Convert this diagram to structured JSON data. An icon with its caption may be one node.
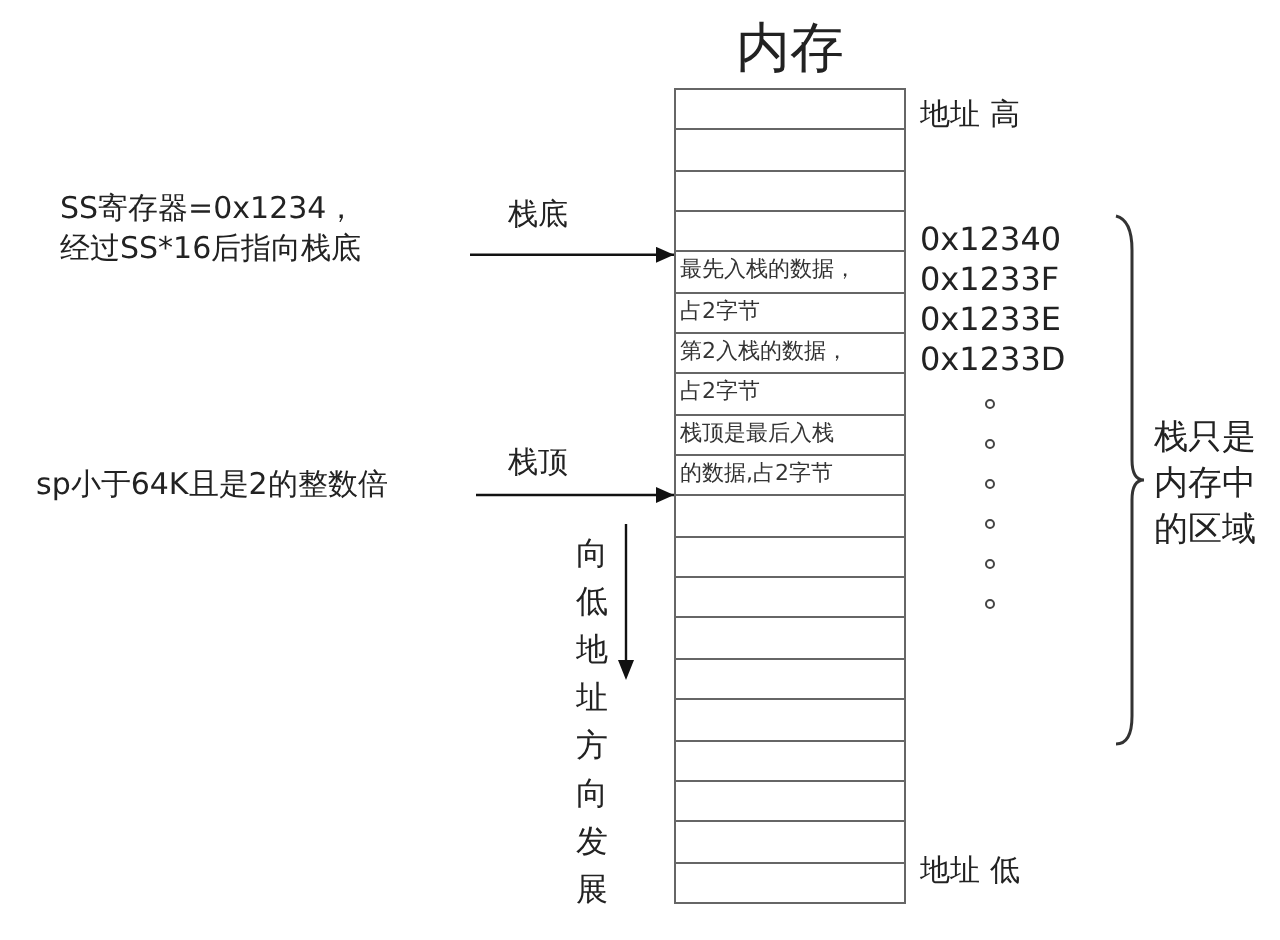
{
  "diagram": {
    "nodes": [
      {
        "text": [
          "内存"
        ]
      },
      {
        "text": [],
        "shape": "box",
        "in": 0
      },
      {
        "text": [],
        "shape": "box",
        "in": 0
      },
      {
        "text": [],
        "shape": "box",
        "in": 0
      },
      {
        "text": [],
        "shape": "box",
        "in": 0
      },
      {
        "text": [
          "最先入栈的数据，"
        ],
        "in": 0
      },
      {
        "text": [
          "占2字节"
        ],
        "in": 0
      },
      {
        "text": [
          "第2入栈的数据，"
        ],
        "in": 0
      },
      {
        "text": [
          "占2字节"
        ],
        "in": 0
      },
      {
        "text": [
          "栈顶是最后入栈"
        ],
        "in": 0
      },
      {
        "text": [
          "的数据,占2字节"
        ],
        "in": 0
      },
      {
        "text": [],
        "shape": "box",
        "in": 0
      },
      {
        "text": [],
        "shape": "box",
        "in": 0
      },
      {
        "text": [],
        "shape": "box",
        "in": 0
      },
      {
        "text": [],
        "shape": "box",
        "in": 0
      },
      {
        "text": [],
        "shape": "box",
        "in": 0
      },
      {
        "text": [],
        "shape": "box",
        "in": 0
      },
      {
        "text": [],
        "shape": "box",
        "in": 0
      },
      {
        "text": [],
        "shape": "box",
        "in": 0
      },
      {
        "text": [],
        "shape": "box",
        "in": 0
      },
      {
        "text": [],
        "shape": "box",
        "in": 0
      },
      {
        "text": [
          "SS寄存器=0x1234，经过SS*16后指向栈底"
        ]
      },
      {
        "text": [
          "sp小于64K且是2的整数倍"
        ]
      }
    ],
    "edges": [
      {
        "from": 21,
        "to": 5,
        "arrow": "to",
        "label": "栈底"
      },
      {
        "from": 22,
        "to": 10,
        "arrow": "to",
        "label": "栈顶"
      }
    ],
    "labels": [
      "地址 高",
      "0x12340",
      "0x1233F",
      "0x1233E",
      "0x1233D",
      "栈只是内存中的区域",
      "向低地址方向发展",
      "地址 低"
    ]
  }
}
